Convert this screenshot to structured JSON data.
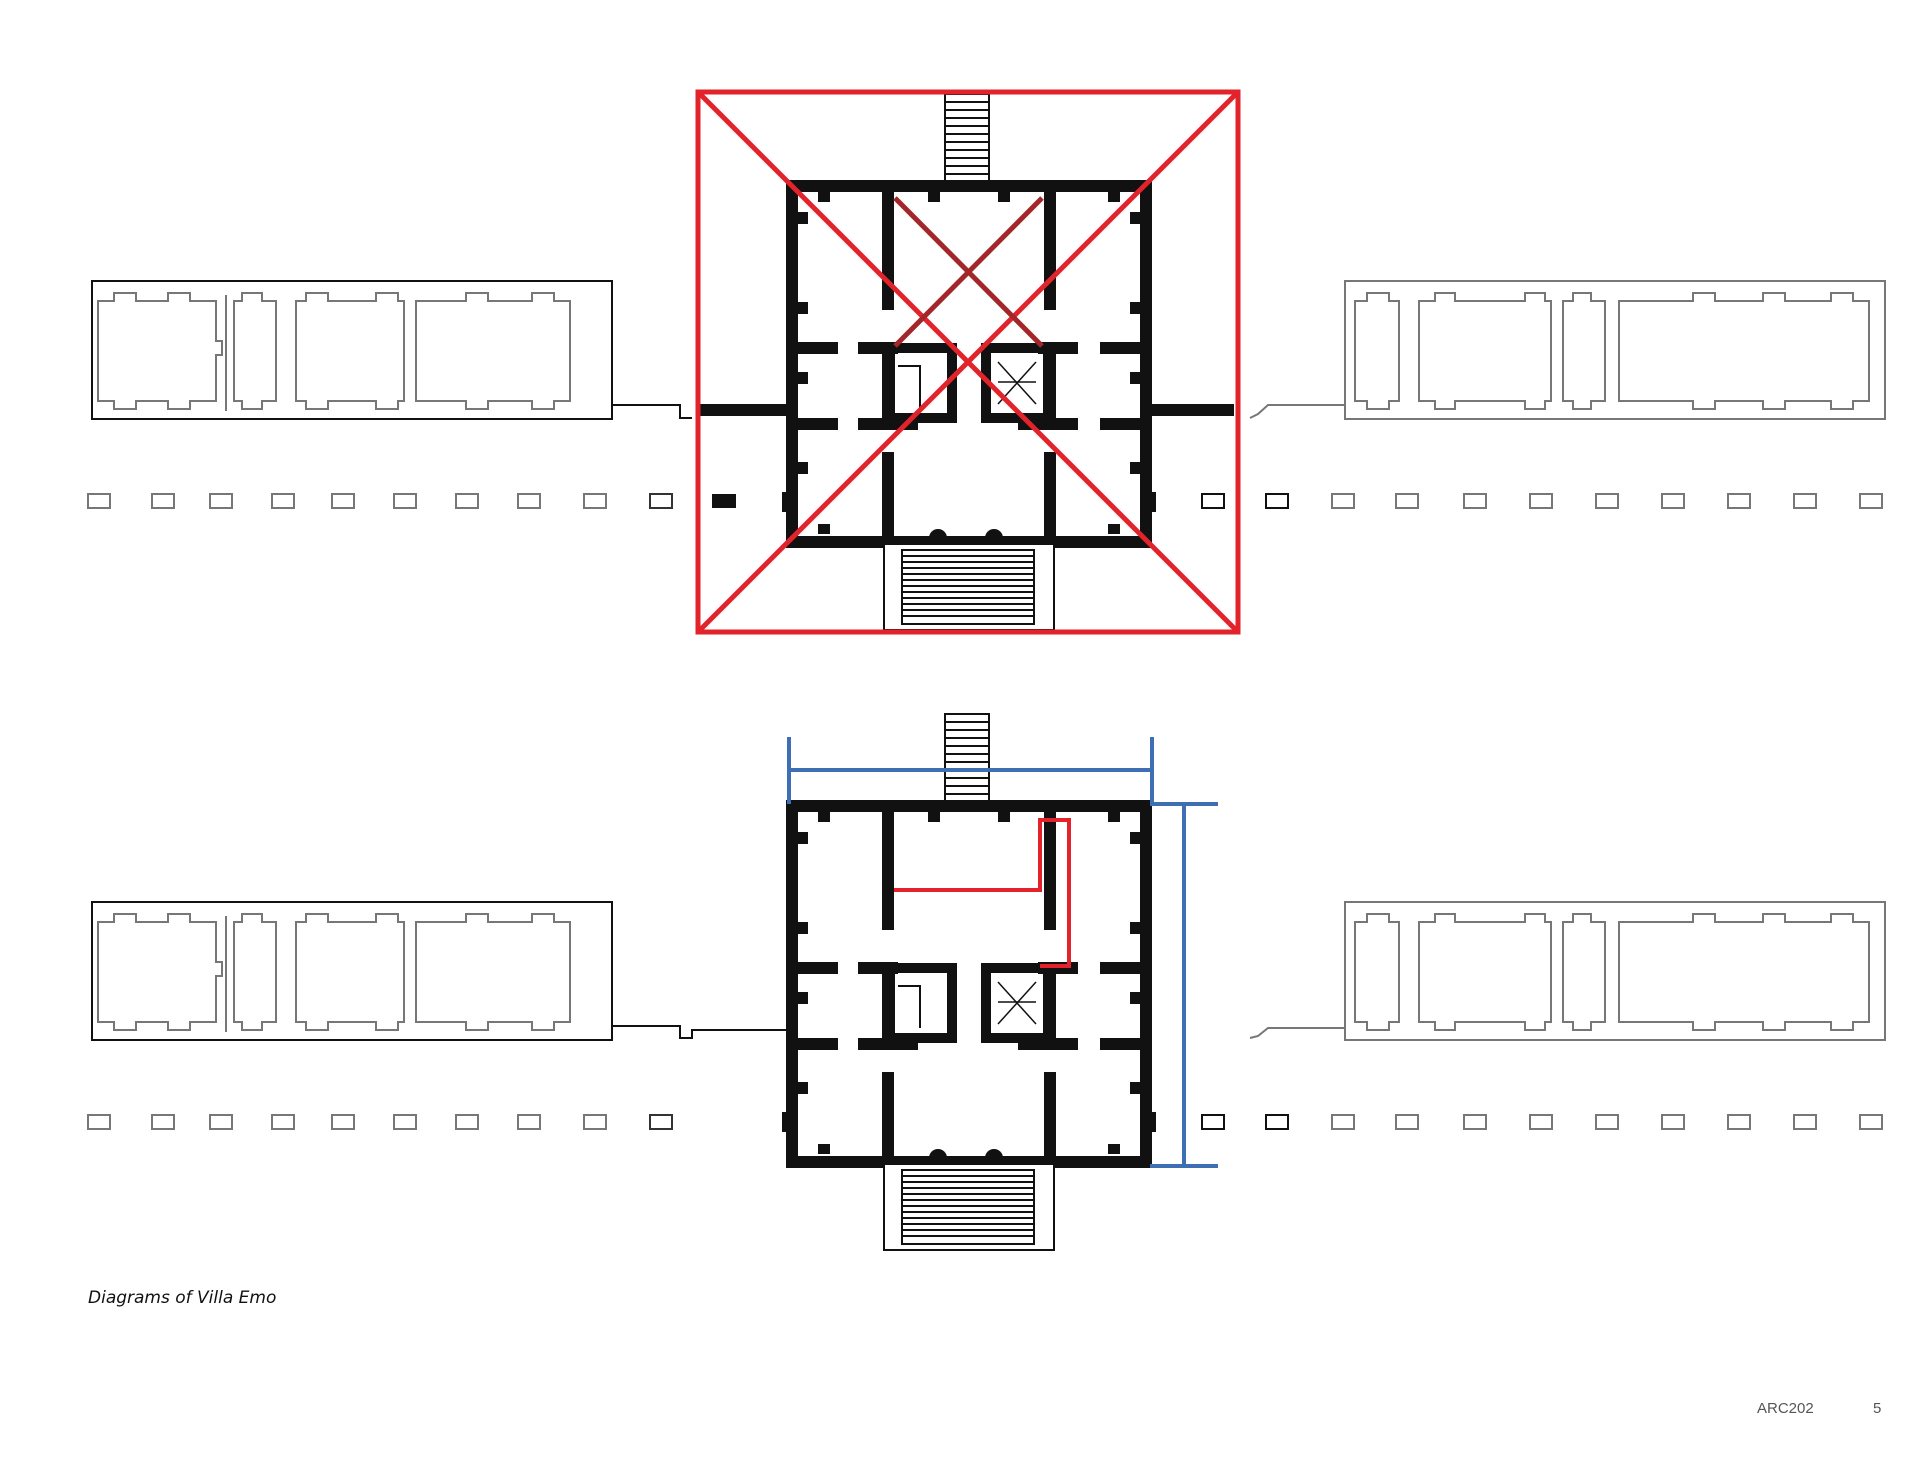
{
  "caption": "Diagrams of Villa Emo",
  "footer": {
    "course": "ARC202",
    "page_number": "5"
  },
  "diagrams": [
    {
      "id": "top",
      "overlay": "red square with diagonals",
      "overlay_color": "#e3232b",
      "inner_cross_color": "#a3262a"
    },
    {
      "id": "bottom",
      "overlay": "blue width/height dimension brackets and red hall outline",
      "dimension_color": "#3e6fb5",
      "hall_outline_color": "#e3232b"
    }
  ],
  "colors": {
    "wall": "#111111",
    "barchessa_line": "#777777",
    "red": "#e3232b",
    "dark_red": "#a3262a",
    "blue": "#3e6fb5"
  }
}
